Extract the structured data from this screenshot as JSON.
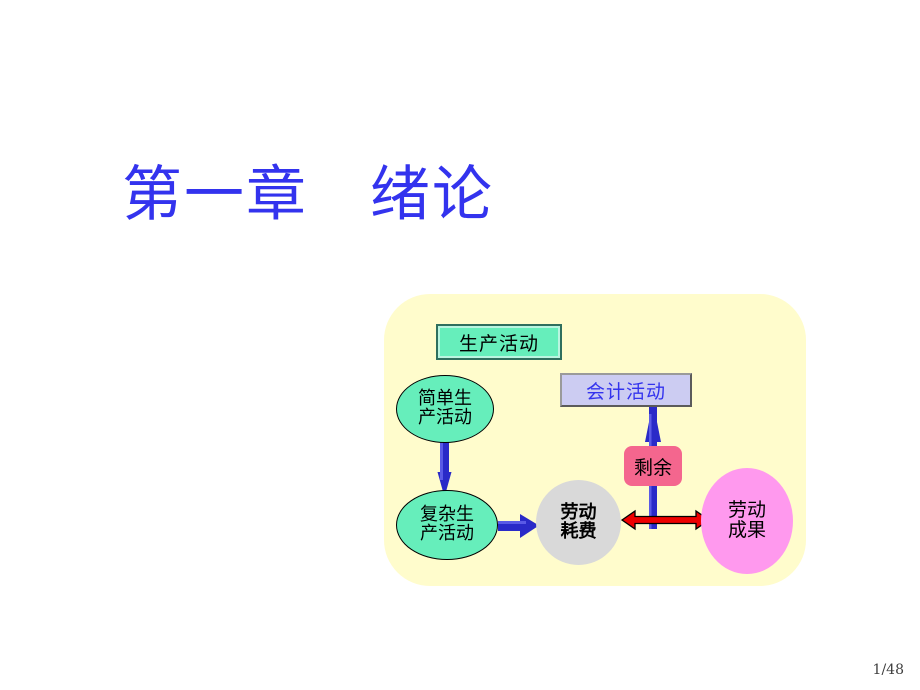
{
  "slide": {
    "title": "第一章　绪论",
    "title_color": "#3333ee",
    "background_color": "#ffffff",
    "page_number": "1/48"
  },
  "diagram": {
    "panel_color": "#fffccc",
    "nodes": {
      "production_box": {
        "label": "生产活动",
        "shape": "rectangle",
        "fill": "#66eebb",
        "text_color": "#000000"
      },
      "accounting_box": {
        "label": "会计活动",
        "shape": "rectangle",
        "fill": "#ccccf2",
        "text_color": "#3333ee"
      },
      "simple_production": {
        "label_line1": "简单生",
        "label_line2": "产活动",
        "shape": "ellipse",
        "fill": "#66eebb",
        "text_color": "#000000"
      },
      "complex_production": {
        "label_line1": "复杂生",
        "label_line2": "产活动",
        "shape": "ellipse",
        "fill": "#66eebb",
        "text_color": "#000000"
      },
      "labor_cost": {
        "label_line1": "劳动",
        "label_line2": "耗费",
        "shape": "circle",
        "fill": "#d9d9d9",
        "text_color": "#000000"
      },
      "labor_result": {
        "label_line1": "劳动",
        "label_line2": "成果",
        "shape": "ellipse",
        "fill": "#ff99ee",
        "text_color": "#000000"
      },
      "surplus_box": {
        "label": "剩余",
        "shape": "rounded-rectangle",
        "fill": "#f4668e",
        "text_color": "#000000"
      }
    },
    "arrows": [
      {
        "name": "simple-to-complex",
        "direction": "down",
        "color": "#2222cc",
        "style": "single-headed"
      },
      {
        "name": "complex-to-cost",
        "direction": "right",
        "color": "#2222cc",
        "style": "single-headed"
      },
      {
        "name": "cost-result-exchange",
        "direction": "horizontal",
        "color": "#ee0000",
        "style": "double-headed"
      },
      {
        "name": "surplus-to-accounting",
        "direction": "up",
        "color": "#2222cc",
        "style": "single-headed"
      }
    ]
  }
}
